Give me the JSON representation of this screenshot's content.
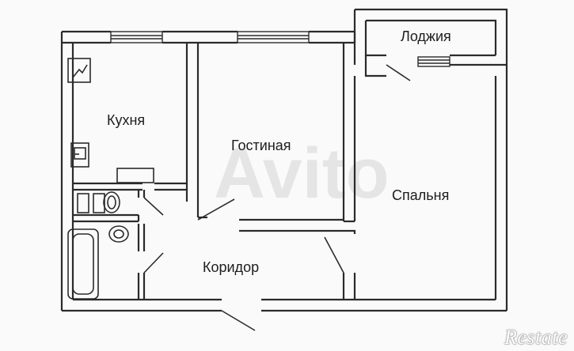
{
  "rooms": {
    "kitchen": "Кухня",
    "living": "Гостиная",
    "bedroom": "Спальня",
    "loggia": "Лоджия",
    "corridor": "Коридор"
  },
  "watermark": "Restate",
  "colors": {
    "wall": "#2b2b2b",
    "background": "#fafafa",
    "window": "#9a9a9a"
  }
}
